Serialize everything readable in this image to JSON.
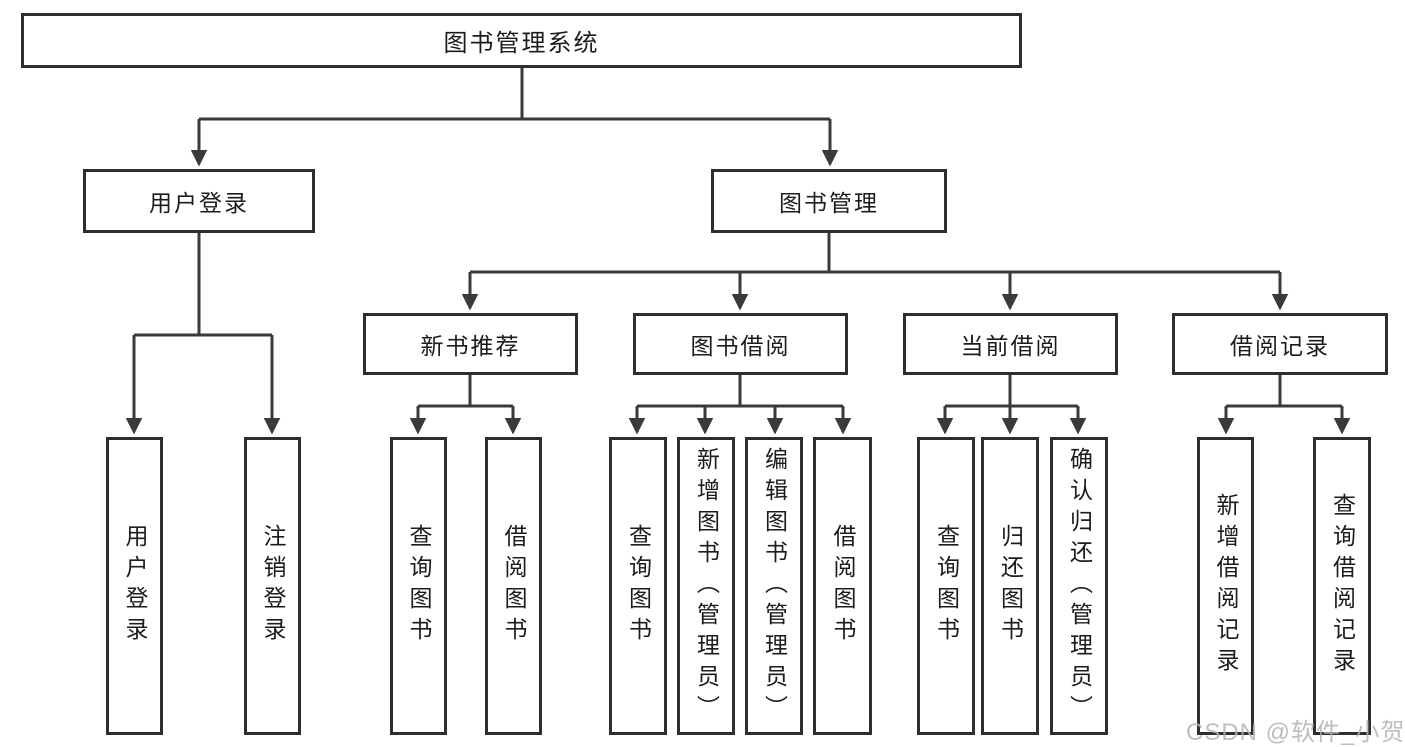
{
  "tree": {
    "root": {
      "label": "图书管理系统",
      "children": [
        {
          "label": "用户登录",
          "children": [
            {
              "label": "用户登录"
            },
            {
              "label": "注销登录"
            }
          ]
        },
        {
          "label": "图书管理",
          "children": [
            {
              "label": "新书推荐",
              "children": [
                {
                  "label": "查询图书"
                },
                {
                  "label": "借阅图书"
                }
              ]
            },
            {
              "label": "图书借阅",
              "children": [
                {
                  "label": "查询图书"
                },
                {
                  "label": "新增图书（管理员）"
                },
                {
                  "label": "编辑图书（管理员）"
                },
                {
                  "label": "借阅图书"
                }
              ]
            },
            {
              "label": "当前借阅",
              "children": [
                {
                  "label": "查询图书"
                },
                {
                  "label": "归还图书"
                },
                {
                  "label": "确认归还（管理员）"
                }
              ]
            },
            {
              "label": "借阅记录",
              "children": [
                {
                  "label": "新增借阅记录"
                },
                {
                  "label": "查询借阅记录"
                }
              ]
            }
          ]
        }
      ]
    }
  },
  "watermark": {
    "text": "CSDN @软件_小贺同学"
  },
  "colors": {
    "background": "#ffffff",
    "line": "#3a3a3a",
    "box_border": "#2e2e2e",
    "text": "#1c1c1c",
    "watermark": "#b3b3b3"
  }
}
